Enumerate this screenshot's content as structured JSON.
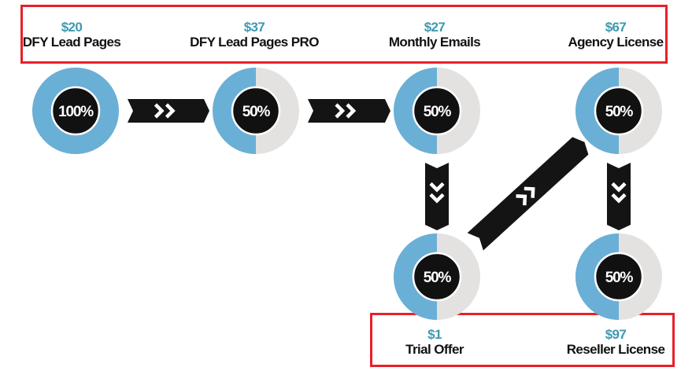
{
  "colors": {
    "highlight_box": "#e8202a",
    "price": "#3d99b0",
    "name": "#111111",
    "ring_fill": "#6aafd6",
    "ring_empty": "#e3e2e0",
    "center": "#111111",
    "arrow": "#141414"
  },
  "products": [
    {
      "id": "dfy-lead-pages",
      "price": "$20",
      "name": "DFY Lead Pages",
      "percent": "100%"
    },
    {
      "id": "dfy-lead-pages-pro",
      "price": "$37",
      "name": "DFY Lead Pages PRO",
      "percent": "50%"
    },
    {
      "id": "monthly-emails",
      "price": "$27",
      "name": "Monthly Emails",
      "percent": "50%"
    },
    {
      "id": "agency-license",
      "price": "$67",
      "name": "Agency License",
      "percent": "50%"
    },
    {
      "id": "trial-offer",
      "price": "$1",
      "name": "Trial Offer",
      "percent": "50%"
    },
    {
      "id": "reseller-license",
      "price": "$97",
      "name": "Reseller License",
      "percent": "50%"
    }
  ],
  "fill_fractions": [
    1.0,
    0.5,
    0.5,
    0.5,
    0.5,
    0.5
  ],
  "arrows": [
    {
      "from": "dfy-lead-pages",
      "to": "dfy-lead-pages-pro",
      "icon": "double-chevron-right-icon"
    },
    {
      "from": "dfy-lead-pages-pro",
      "to": "monthly-emails",
      "icon": "double-chevron-right-icon"
    },
    {
      "from": "monthly-emails",
      "to": "trial-offer",
      "icon": "double-chevron-down-icon"
    },
    {
      "from": "trial-offer",
      "to": "agency-license",
      "icon": "double-chevron-up-right-icon"
    },
    {
      "from": "agency-license",
      "to": "reseller-license",
      "icon": "double-chevron-down-icon"
    }
  ]
}
